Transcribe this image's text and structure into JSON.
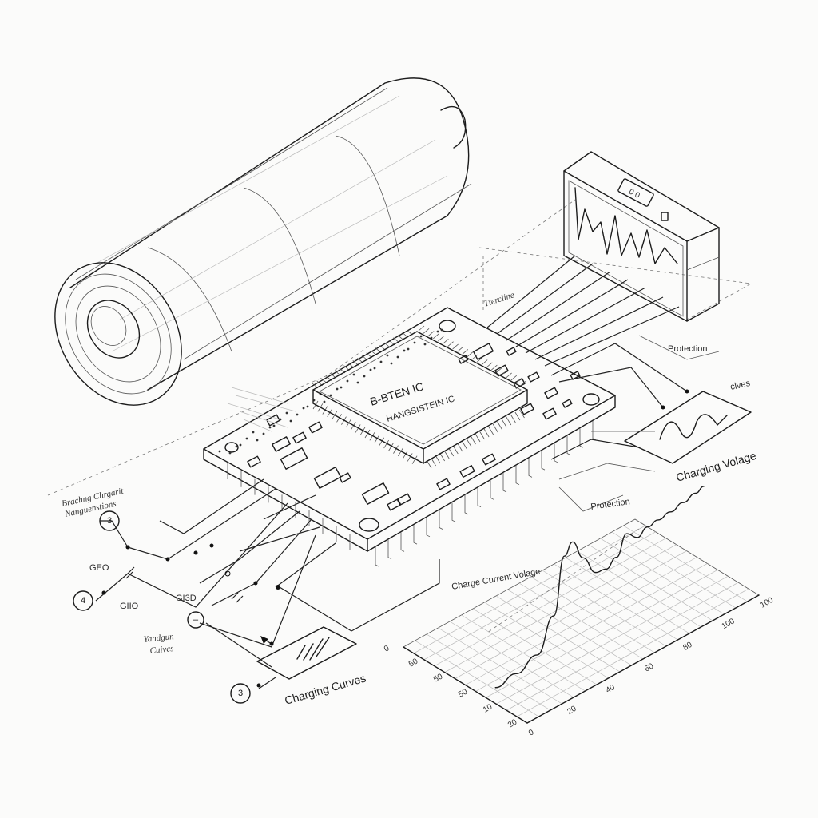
{
  "chip": {
    "title": "B-BTEN IC",
    "subtitle": "HANGSISTEIN IC"
  },
  "labels": {
    "top_line": "Ttercline",
    "protection_top": "Protection",
    "protection_bottom": "Protection",
    "curves_small": "clves",
    "charging_voltage": "Charging Volage",
    "charge_current_voltage": "Charge Current Volage",
    "charging_curves": "Charging Curves",
    "left_note_1": "Brachng Chrgarit",
    "left_note_2": "Nanguenstions",
    "gnd_1": "GEO",
    "gnd_2": "GIIO",
    "gnd_3": "GI3D",
    "side_note_1": "Yandgun",
    "side_note_2": "Cuivcs"
  },
  "nodes": [
    {
      "label": "3"
    },
    {
      "label": "4"
    },
    {
      "label": "–"
    },
    {
      "label": "3"
    }
  ],
  "oscilloscope": {
    "display": "0 0"
  },
  "chart_data": {
    "type": "line",
    "title": "",
    "xlabel": "",
    "ylabel": "",
    "x_ticks": [
      "0",
      "20",
      "40",
      "60",
      "80",
      "100",
      "100"
    ],
    "y_ticks": [
      "0",
      "50",
      "50",
      "50",
      "10",
      "20"
    ],
    "series": [
      {
        "x": [
          0,
          10,
          20,
          28,
          33,
          37,
          42,
          48,
          53,
          58,
          63,
          68,
          73,
          78,
          84,
          90,
          96,
          100
        ],
        "values": [
          2,
          4,
          10,
          35,
          80,
          88,
          70,
          52,
          50,
          55,
          70,
          62,
          66,
          67,
          68,
          70,
          72,
          74
        ]
      }
    ]
  }
}
